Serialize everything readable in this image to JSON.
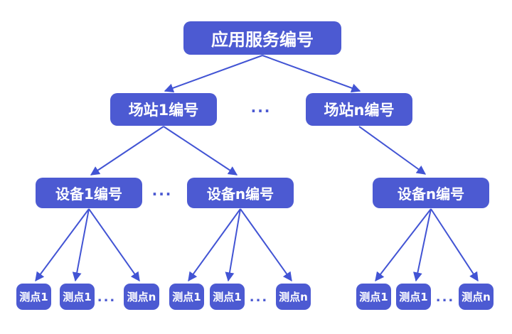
{
  "colors": {
    "node_fill": "#4C5AD2",
    "arrow": "#4254D4",
    "node_text": "#FFFFFF",
    "background": "#FFFFFF"
  },
  "tree": {
    "root": "应用服务编号",
    "stations": [
      "场站1编号",
      "场站n编号"
    ],
    "stations_ellipsis": "...",
    "devices": [
      "设备1编号",
      "设备n编号",
      "设备n编号"
    ],
    "devices_ellipsis": "...",
    "point_groups": [
      {
        "points": [
          "测点1",
          "测点1",
          "测点n"
        ],
        "ellipsis": "..."
      },
      {
        "points": [
          "测点1",
          "测点1",
          "测点n"
        ],
        "ellipsis": "..."
      },
      {
        "points": [
          "测点1",
          "测点1",
          "测点n"
        ],
        "ellipsis": "..."
      }
    ]
  }
}
